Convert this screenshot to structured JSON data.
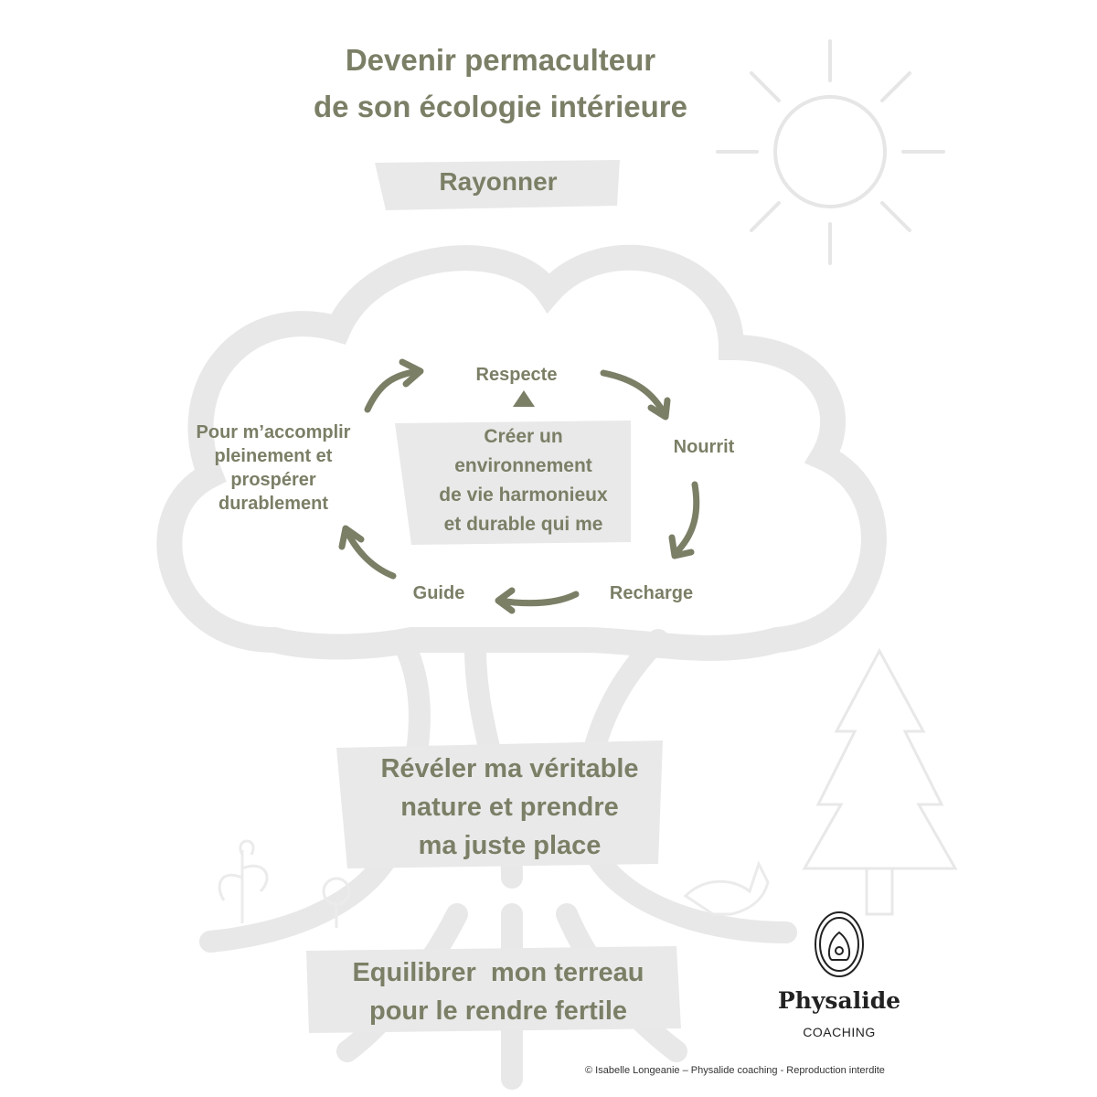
{
  "title": {
    "line1": "Devenir permaculteur",
    "line2": "de son écologie intérieure"
  },
  "top_label": "Rayonner",
  "cycle": {
    "respecte": "Respecte",
    "nourrit": "Nourrit",
    "recharge": "Recharge",
    "guide": "Guide",
    "left": [
      "Pour m’accomplir",
      "pleinement et",
      "prospérer",
      "durablement"
    ],
    "center": [
      "Créer un",
      "environnement",
      "de vie harmonieux",
      "et durable qui me"
    ]
  },
  "trunk_label": [
    "Révéler ma véritable",
    "nature et prendre",
    "ma juste place"
  ],
  "roots_label": [
    "Equilibrer  mon terreau",
    "pour le rendre fertile"
  ],
  "logo": {
    "name": "Physalide",
    "sub": "COACHING"
  },
  "copyright": "© Isabelle Longeanie – Physalide coaching - Reproduction interdite",
  "colors": {
    "text": "#7a7f66",
    "shape": "#e6e6e6",
    "logo": "#222222"
  }
}
